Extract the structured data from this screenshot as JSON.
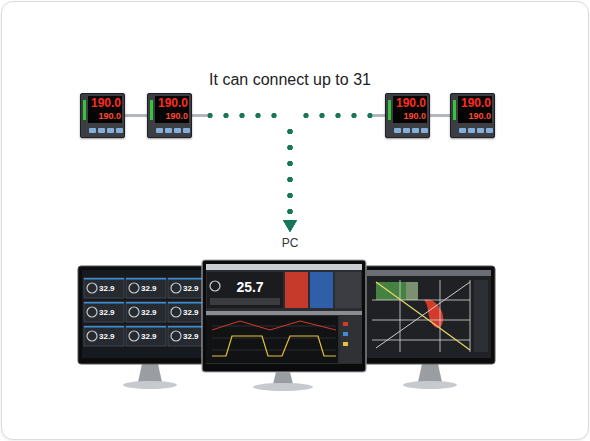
{
  "diagram": {
    "nodes": [
      {
        "text": [
          "190.0",
          "190.0"
        ]
      },
      {
        "text": [
          "190.0",
          "190.0"
        ]
      },
      {
        "text": [
          "190.0",
          "190.0"
        ]
      },
      {
        "text": [
          "190.0",
          "190.0"
        ]
      },
      {
        "text": [
          "PC"
        ]
      }
    ],
    "edges": [
      {
        "from": 0,
        "to": 4,
        "arrow": "to"
      },
      {
        "from": 1,
        "to": 4,
        "arrow": "to"
      },
      {
        "from": 2,
        "to": 4,
        "arrow": "to"
      },
      {
        "from": 3,
        "to": 4,
        "arrow": "to"
      }
    ],
    "labels": [
      "It can connect up to 31",
      "32.9",
      "32.9",
      "32.9",
      "32.9",
      "32.9",
      "32.9",
      "32.9",
      "32.9",
      "32.9",
      "25.7"
    ]
  }
}
